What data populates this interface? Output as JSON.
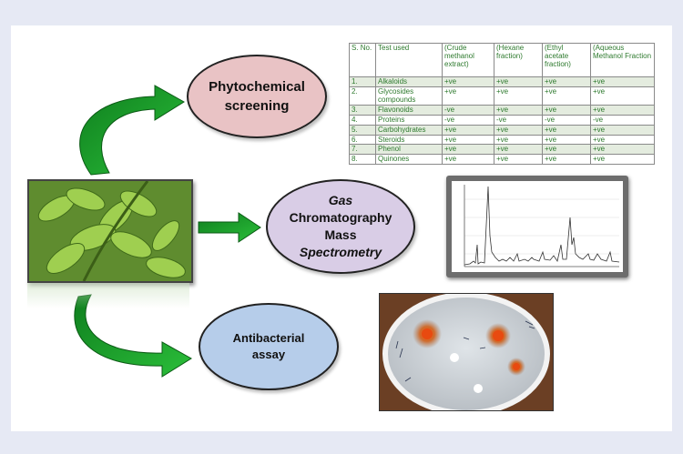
{
  "nodes": {
    "phyto": {
      "line1": "Phytochemical",
      "line2": "screening",
      "color": "#e9c3c5"
    },
    "gcms": {
      "line1": "Gas",
      "line2": "Chromatography",
      "line3": "Mass",
      "line4": "Spectrometry",
      "color": "#d9cde6"
    },
    "antibacterial": {
      "line1": "Antibacterial",
      "line2": "assay",
      "color": "#b6cdea"
    }
  },
  "table": {
    "headers": [
      "S. No.",
      "Test used",
      "(Crude methanol extract)",
      "(Hexane fraction)",
      "(Ethyl acetate fraction)",
      "(Aqueous Methanol Fraction"
    ],
    "rows": [
      [
        "1.",
        "Alkaloids",
        "+ve",
        "+ve",
        "+ve",
        "+ve"
      ],
      [
        "2.",
        "Glycosides compounds",
        "+ve",
        "+ve",
        "+ve",
        "+ve"
      ],
      [
        "3.",
        "Flavonoids",
        "-ve",
        "+ve",
        "+ve",
        "+ve"
      ],
      [
        "4.",
        "Proteins",
        "-ve",
        "-ve",
        "-ve",
        "-ve"
      ],
      [
        "5.",
        "Carbohydrates",
        "+ve",
        "+ve",
        "+ve",
        "+ve"
      ],
      [
        "6.",
        "Steroids",
        "+ve",
        "+ve",
        "+ve",
        "+ve"
      ],
      [
        "7.",
        "Phenol",
        "+ve",
        "+ve",
        "+ve",
        "+ve"
      ],
      [
        "8.",
        "Quinones",
        "+ve",
        "+ve",
        "+ve",
        "+ve"
      ]
    ]
  },
  "colors": {
    "arrow_green": "#1a9a2a",
    "background": "#e6e9f4",
    "table_text": "#2e7a2e"
  }
}
